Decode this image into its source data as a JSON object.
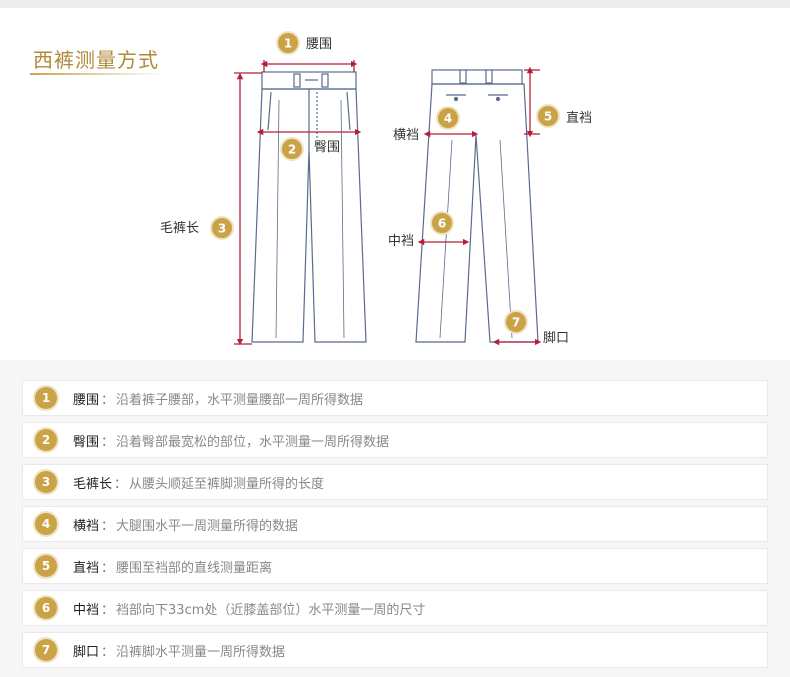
{
  "title": "西裤测量方式",
  "diagram_labels": {
    "waist": "腰围",
    "hip": "臀围",
    "length": "毛裤长",
    "thigh": "横裆",
    "rise": "直裆",
    "knee": "中裆",
    "hem": "脚口"
  },
  "badges": [
    "1",
    "2",
    "3",
    "4",
    "5",
    "6",
    "7"
  ],
  "measurements": [
    {
      "num": "1",
      "term": "腰围",
      "colon": "：",
      "desc": "沿着裤子腰部，水平测量腰部一周所得数据"
    },
    {
      "num": "2",
      "term": "臀围",
      "colon": "：",
      "desc": "沿着臀部最宽松的部位，水平测量一周所得数据"
    },
    {
      "num": "3",
      "term": "毛裤长",
      "colon": "：",
      "desc": "从腰头顺延至裤脚测量所得的长度"
    },
    {
      "num": "4",
      "term": "横裆",
      "colon": "：",
      "desc": "大腿围水平一周测量所得的数据"
    },
    {
      "num": "5",
      "term": "直裆",
      "colon": "：",
      "desc": "腰围至裆部的直线测量距离"
    },
    {
      "num": "6",
      "term": "中裆",
      "colon": "：",
      "desc": "裆部向下33cm处（近膝盖部位）水平测量一周的尺寸"
    },
    {
      "num": "7",
      "term": "脚口",
      "colon": "：",
      "desc": "沿裤脚水平测量一周所得数据"
    }
  ],
  "colors": {
    "gold": "#c9a346",
    "measure_line": "#b3203a",
    "outline": "#5a6b8c"
  }
}
